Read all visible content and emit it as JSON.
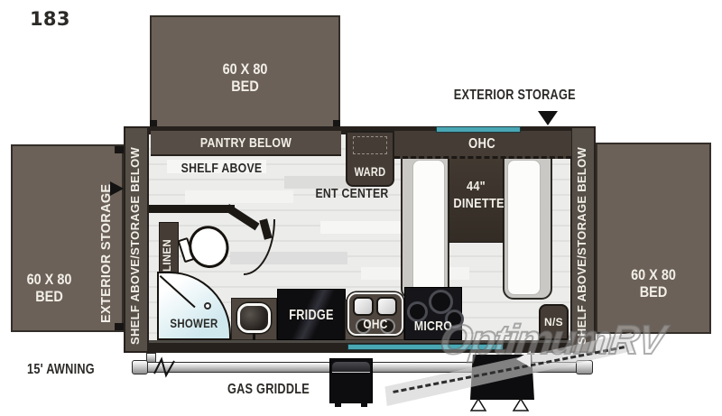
{
  "model": "183",
  "bed": {
    "size": "60 X 80",
    "type": "BED"
  },
  "exterior": {
    "storage_top": "EXTERIOR STORAGE",
    "storage_left": "EXTERIOR STORAGE",
    "awning": "15' AWNING",
    "gas_griddle": "GAS GRIDDLE"
  },
  "walls": {
    "shelf_storage": "SHELF ABOVE/STORAGE BELOW"
  },
  "interior": {
    "pantry": "PANTRY BELOW",
    "shelf": "SHELF ABOVE",
    "ward": "WARD",
    "ent_center": "ENT CENTER",
    "ohc_dinette": "OHC",
    "dinette_size": "44\"",
    "dinette": "DINETTE",
    "ns": "N/S",
    "linen": "LINEN",
    "shower": "SHOWER",
    "fridge": "FRIDGE",
    "ohc_kitchen": "OHC",
    "micro": "MICRO"
  },
  "watermark": "OptimumRV",
  "colors": {
    "bed_fill": "#6b6158",
    "wall_fill": "#564f48",
    "cabinet_fill": "#443c35",
    "appliance_black": "#16161a",
    "window_teal": "#4aa7b4",
    "floor": "#e8e8e7",
    "shower_blue": "#d8ecf1"
  }
}
